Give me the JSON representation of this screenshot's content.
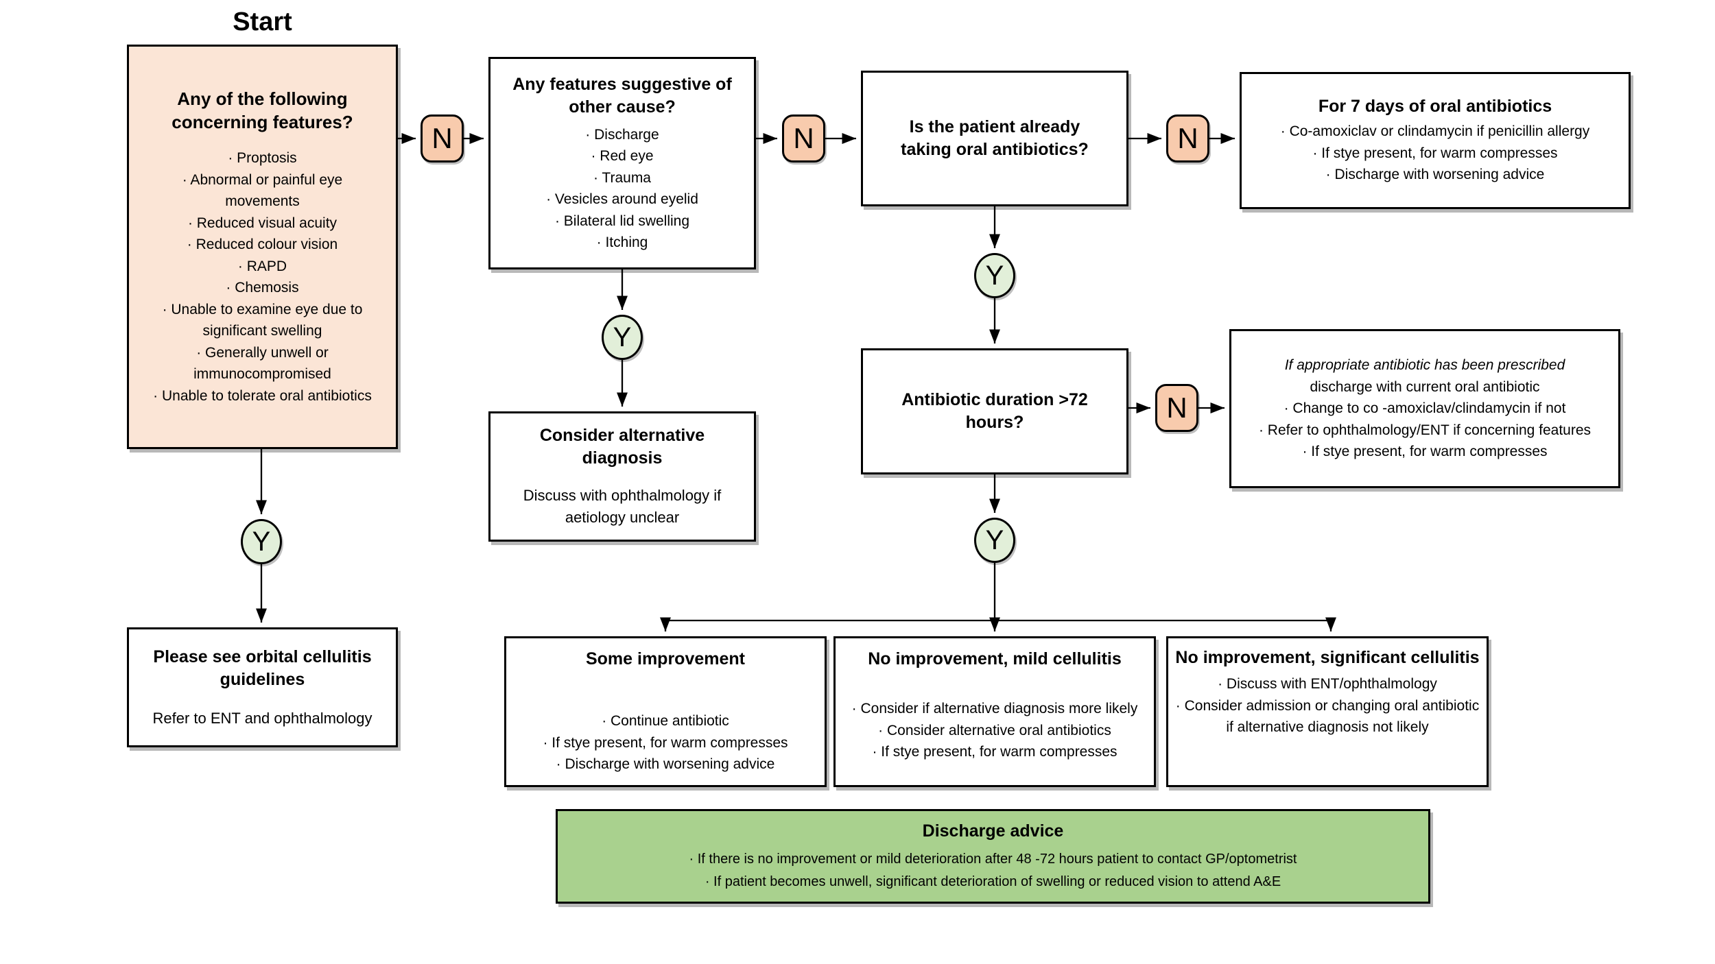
{
  "start_label": "Start",
  "labels": {
    "yes": "Y",
    "no": "N"
  },
  "colors": {
    "peach_light": "#FBE5D6",
    "peach": "#F8CBAD",
    "green_light": "#E2EFD9",
    "green": "#A9D18E",
    "line": "#000000"
  },
  "boxes": {
    "concerning": {
      "title": "Any of the following concerning features?",
      "items": [
        "· Proptosis",
        "· Abnormal or painful eye movements",
        "· Reduced visual acuity",
        "· Reduced colour vision",
        "· RAPD",
        "· Chemosis",
        "· Unable to examine eye due to significant swelling",
        "· Generally unwell or immunocompromised",
        "· Unable to tolerate oral antibiotics"
      ]
    },
    "other_cause": {
      "title": "Any features suggestive of other cause?",
      "items": [
        "· Discharge",
        "· Red eye",
        "· Trauma",
        "· Vesicles around eyelid",
        "· Bilateral lid swelling",
        "· Itching"
      ]
    },
    "taking_antibiotics": {
      "title": "Is the patient already taking oral antibiotics?"
    },
    "seven_days": {
      "title": "For 7 days of oral antibiotics",
      "items": [
        "· Co-amoxiclav or clindamycin if penicillin allergy",
        "· If stye present, for warm compresses",
        "· Discharge with worsening advice"
      ]
    },
    "alt_diagnosis": {
      "title": "Consider alternative diagnosis",
      "body": "Discuss with ophthalmology if aetiology unclear"
    },
    "duration": {
      "title": "Antibiotic duration >72 hours?"
    },
    "appropriate": {
      "lead_italic": "If appropriate antibiotic has been prescribed",
      "lead": "discharge with current oral antibiotic",
      "items": [
        "· Change to co -amoxiclav/clindamycin if not",
        "· Refer to ophthalmology/ENT if concerning features",
        "· If stye present, for warm compresses"
      ]
    },
    "orbital": {
      "title": "Please see orbital cellulitis guidelines",
      "body": "Refer to ENT and ophthalmology"
    },
    "some_improvement": {
      "title": "Some improvement",
      "items": [
        "· Continue antibiotic",
        "· If stye present, for warm compresses",
        "· Discharge with worsening advice"
      ]
    },
    "no_improvement_mild": {
      "title": "No improvement, mild cellulitis",
      "items": [
        "· Consider if alternative diagnosis more likely",
        "· Consider alternative oral antibiotics",
        "· If stye present, for warm compresses"
      ]
    },
    "no_improvement_significant": {
      "title": "No improvement, significant cellulitis",
      "items": [
        "· Discuss with ENT/ophthalmology",
        "· Consider admission or changing oral antibiotic if alternative diagnosis not likely"
      ]
    },
    "discharge_advice": {
      "title": "Discharge advice",
      "items": [
        "·  If there is no improvement or mild deterioration after 48 -72 hours  patient  to contact GP/optometrist",
        "·  If patient  becomes unwell,  significant  deterioration  of swelling or reduced vision to attend A&E"
      ]
    }
  }
}
